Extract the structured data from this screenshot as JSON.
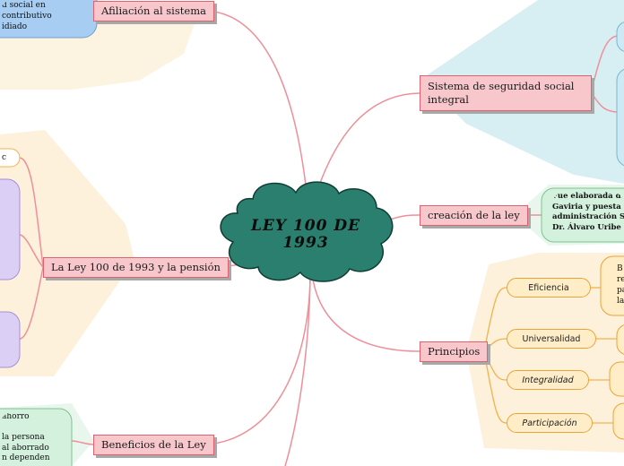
{
  "central": {
    "title_line1": "LEY 100 DE",
    "title_line2": "1993"
  },
  "branches": {
    "afiliacion": "Afiliación al sistema",
    "sistema": {
      "line1": "Sistema de seguridad social",
      "line2": "integral"
    },
    "creacion": "creación de la ley",
    "ley_pension": "La Ley 100 de 1993 y la pensión",
    "principios": "Principios",
    "beneficios": "Beneficios de la Ley"
  },
  "principios": {
    "eficiencia": "Eficiencia",
    "universalidad": "Universalidad",
    "integralidad": "Integralidad",
    "participacion": "Participación"
  },
  "notes": {
    "afiliacion_blue": [
      "d social en",
      "contributivo",
      "idiado"
    ],
    "creacion_green": [
      "Fue elaborada du",
      "Gaviria y puesta e",
      "administración Sa",
      "Dr. Álvaro Uribe"
    ],
    "eficiencia_orange": [
      "B",
      "re",
      "pa",
      "la"
    ],
    "beneficios_green": [
      "ahorro",
      "",
      "la persona",
      "al aborrado",
      "n dependen"
    ],
    "ley_pension_top": "c"
  },
  "colors": {
    "central_fill": "#2a7f6f",
    "branch_fill": "#f8c7cc",
    "branch_border": "#e1626f",
    "connector": "#ee8f99",
    "principle_fill": "#ffedc7",
    "principle_border": "#e9a438"
  }
}
